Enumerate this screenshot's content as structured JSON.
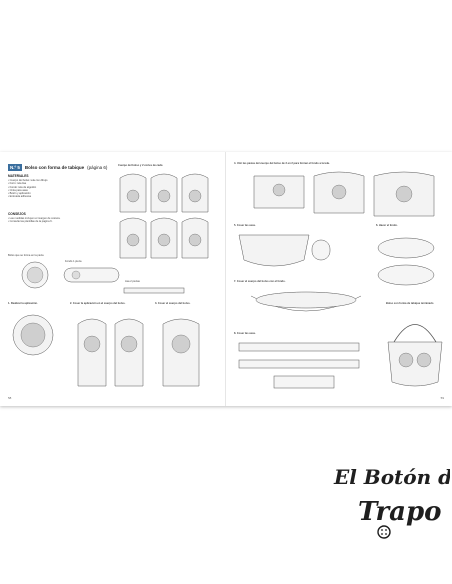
{
  "left_page": {
    "title_num": "N.º 5",
    "title": "Bolso con forma de tabique",
    "title_suffix": "(página 6)",
    "materials_head": "MATERIALES",
    "materials": [
      "• Cuerpo del bolso: tela con dibujo",
      "• Forro: tela lisa",
      "• Fondo: tela de algodón",
      "• Cinta para asas",
      "• Botón y aplicación",
      "• Entretela adhesiva"
    ],
    "notes_head": "CONSEJOS",
    "notes": [
      "• Las medidas incluyen el margen de costura.",
      "• Consulte las plantillas de la página 6."
    ],
    "steps": {
      "s1": "1. Realizar la aplicación.",
      "s2": "2. Coser la aplicación en el cuerpo del bolso.",
      "s3": "3. Coser el cuerpo del bolso."
    },
    "cut_head": "Cuerpo del bolso y 2 cortes de cada",
    "bag_label": "Bolso que se forma en la pieza",
    "handle_label": "Fondo 1 pieza",
    "strap_label": "Asa 2 piezas",
    "page_number": "58"
  },
  "right_page": {
    "steps": {
      "s4": "4. Unir las piezas del cuerpo del bolso de 2 en 2 para formar el fondo a la tela.",
      "s5": "5. Coser las asas.",
      "s6": "6. Hacer el fondo.",
      "s7": "7. Coser el cuerpo del bolso con el fondo.",
      "s8": "8. Coser las asas."
    },
    "finished_label": "Bolso con forma de tabique terminado",
    "page_number": "59"
  },
  "logo": {
    "line1": "El Botón de",
    "line2": "Trapo",
    "color": "#1f1f1f"
  }
}
